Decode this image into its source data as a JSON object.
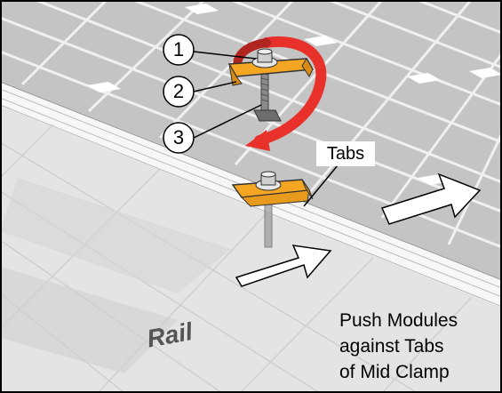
{
  "callouts": [
    "1",
    "2",
    "3"
  ],
  "tabs_label": "Tabs",
  "rail_label": "Rail",
  "instruction": [
    "Push Modules",
    "against Tabs",
    "of Mid Clamp"
  ],
  "colors": {
    "clamp": "#f4a623",
    "rotation_arrow": "#e8312a",
    "module_cell": "#bdbdbd",
    "module_light": "#e6e6e6",
    "frame": "#f2f2f2",
    "border": "#000000"
  },
  "icons": [
    "rotate-arrow-icon",
    "push-arrow-icon"
  ]
}
